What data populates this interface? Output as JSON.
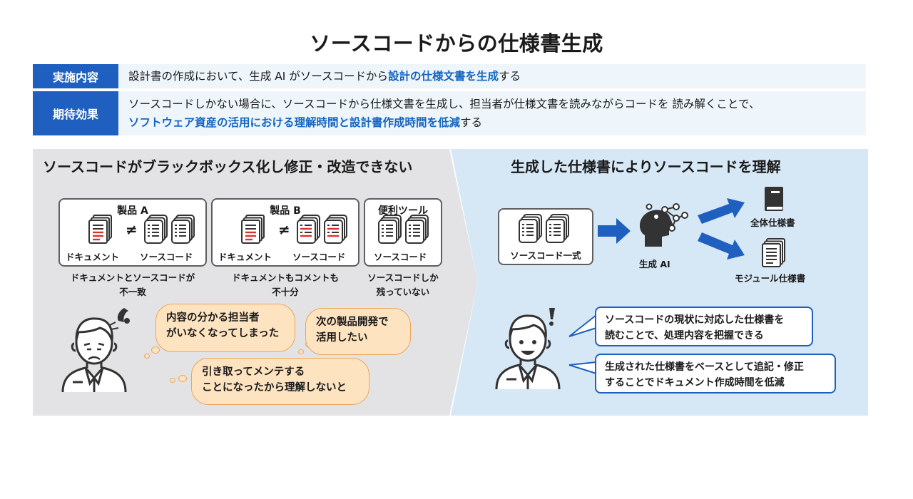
{
  "title": "ソースコードからの仕様書生成",
  "summary": {
    "impl_label": "実施内容",
    "impl_text_before": "設計書の作成において、生成 AI がソースコードから",
    "impl_text_highlight": "設計の仕様文書を生成",
    "impl_text_after": "する",
    "effect_label": "期待効果",
    "effect_line1": "ソースコードしかない場合に、ソースコードから仕様文書を生成し、担当者が仕様文書を読みながらコードを 読み解くことで、",
    "effect_line2_highlight": "ソフトウェア資産の活用における理解時間と設計書作成時間を低減",
    "effect_line2_after": "する"
  },
  "left": {
    "heading": "ソースコードがブラックボックス化し修正・改造できない",
    "product_a": {
      "title": "製品 A",
      "doc_label": "ドキュメント",
      "neq": "≠",
      "src_label": "ソースコード",
      "caption1": "ドキュメントとソースコードが",
      "caption2": "不一致"
    },
    "product_b": {
      "title": "製品 B",
      "doc_label": "ドキュメント",
      "neq": "≠",
      "src_label": "ソースコード",
      "caption1": "ドキュメントもコメントも",
      "caption2": "不十分"
    },
    "tool": {
      "title": "便利ツール",
      "src_label": "ソースコード",
      "caption1": "ソースコードしか",
      "caption2": "残っていない"
    },
    "thoughts": {
      "t1_line1": "内容の分かる担当者",
      "t1_line2": "がいなくなってしまった",
      "t2_line1": "次の製品開発で",
      "t2_line2": "活用したい",
      "t3_line1": "引き取ってメンテする",
      "t3_line2": "ことになったから理解しないと"
    }
  },
  "right": {
    "heading": "生成した仕様書によりソースコードを理解",
    "source_set_label": "ソースコード一式",
    "ai_label": "生成 AI",
    "out1_label": "全体仕様書",
    "out2_label": "モジュール仕様書",
    "speech": {
      "s1_line1": "ソースコードの現状に対応した仕様書を",
      "s1_line2": "読むことで、処理内容を把握できる",
      "s2_line1": "生成された仕様書をベースとして追記・修正",
      "s2_line2": "することでドキュメント作成時間を低減"
    }
  },
  "colors": {
    "accent_blue": "#1f5fbf",
    "highlight_blue": "#1565c0",
    "cloud_fill": "#fde3c0",
    "cloud_stroke": "#eba65b",
    "red_lines": "#d9342b"
  }
}
